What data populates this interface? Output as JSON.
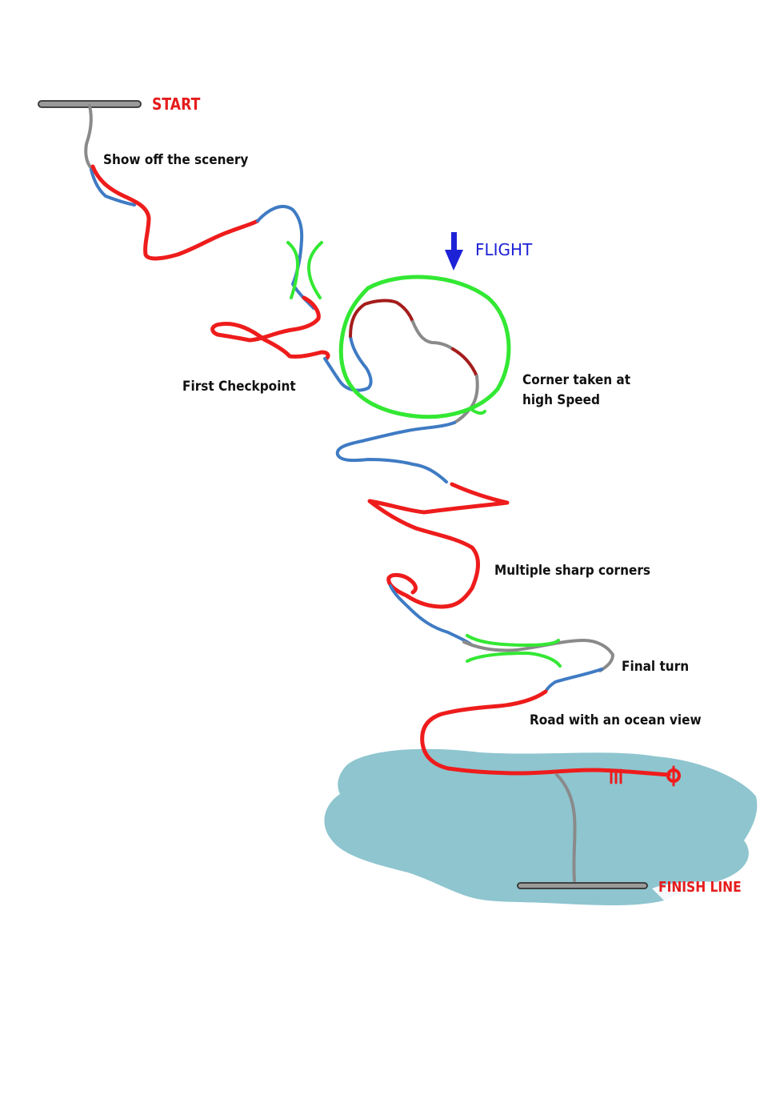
{
  "labels": {
    "start": "START",
    "scenery": "Show off the scenery",
    "flight": "FLIGHT",
    "first_checkpoint": "First Checkpoint",
    "corner_line1": "Corner taken at",
    "corner_line2": "high Speed",
    "sharp_corners": "Multiple sharp corners",
    "final_turn": "Final turn",
    "ocean_view": "Road with an ocean view",
    "finish": "FINISH LINE"
  },
  "colors": {
    "fast_section": "#ee1c1c",
    "technical_section": "#3f7bc4",
    "neutral_section": "#8a8a8a",
    "slow_section": "#a51c1c",
    "checkpoint_marker": "#33e833",
    "water": "#8ec5cf",
    "label_red": "#e51c1c",
    "label_blue": "#1e22d6",
    "text": "#111111"
  },
  "legend_icons": [
    "start-bar-icon",
    "finish-bar-icon",
    "flight-arrow-icon",
    "checkpoint-bracket-icon"
  ]
}
